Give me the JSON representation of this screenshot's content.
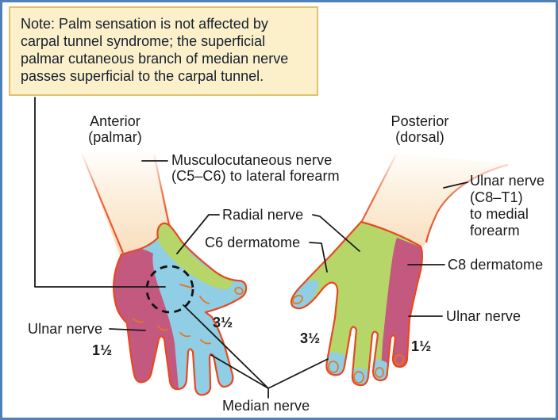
{
  "note": {
    "text": "Note: Palm sensation is not affected by\ncarpal tunnel syndrome; the superficial\npalmar cutaneous branch of median nerve\npasses superficial to the carpal tunnel."
  },
  "views": {
    "anterior": "Anterior\n(palmar)",
    "posterior": "Posterior\n(dorsal)"
  },
  "labels": {
    "musculocutaneous": "Musculocutaneous nerve\n(C5–C6) to lateral forearm",
    "radial": "Radial nerve",
    "c6_dermatome": "C6 dermatome",
    "ulnar_c8_t1": "Ulnar nerve\n(C8–T1)\nto medial\nforearm",
    "c8_dermatome": "C8 dermatome",
    "ulnar_right": "Ulnar nerve",
    "ulnar_left": "Ulnar nerve",
    "median": "Median nerve"
  },
  "digit_counts": {
    "ulnar_left": "1½",
    "median_left": "3½",
    "radial_right": "3½",
    "ulnar_right": "1½"
  },
  "colors": {
    "median_blue": "#8FCEE4",
    "radial_green": "#B6D669",
    "ulnar_pink": "#C4597F",
    "outline_orange": "#E8481F",
    "nail_orange": "#E8741F",
    "skin": "#F9DDBC",
    "line_black": "#1a1a1a",
    "text_color": "#1a1a1a",
    "frame_blue": "#4E81B8",
    "note_bg": "#FBF0C9",
    "note_border": "#DFC26B"
  }
}
